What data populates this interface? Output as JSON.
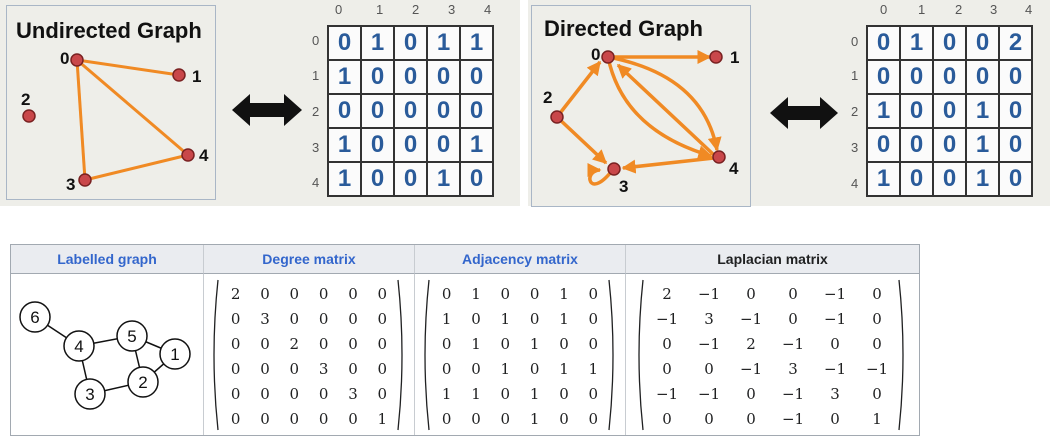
{
  "undirected": {
    "title": "Undirected Graph",
    "nodes": [
      "0",
      "1",
      "2",
      "3",
      "4"
    ],
    "col_headers": [
      "0",
      "1",
      "2",
      "3",
      "4"
    ],
    "row_headers": [
      "0",
      "1",
      "2",
      "3",
      "4"
    ],
    "matrix": [
      [
        "0",
        "1",
        "0",
        "1",
        "1"
      ],
      [
        "1",
        "0",
        "0",
        "0",
        "0"
      ],
      [
        "0",
        "0",
        "0",
        "0",
        "0"
      ],
      [
        "1",
        "0",
        "0",
        "0",
        "1"
      ],
      [
        "1",
        "0",
        "0",
        "1",
        "0"
      ]
    ]
  },
  "directed": {
    "title": "Directed Graph",
    "nodes": [
      "0",
      "1",
      "2",
      "3",
      "4"
    ],
    "col_headers": [
      "0",
      "1",
      "2",
      "3",
      "4"
    ],
    "row_headers": [
      "0",
      "1",
      "2",
      "3",
      "4"
    ],
    "matrix": [
      [
        "0",
        "1",
        "0",
        "0",
        "2"
      ],
      [
        "0",
        "0",
        "0",
        "0",
        "0"
      ],
      [
        "1",
        "0",
        "0",
        "1",
        "0"
      ],
      [
        "0",
        "0",
        "0",
        "1",
        "0"
      ],
      [
        "1",
        "0",
        "0",
        "1",
        "0"
      ]
    ]
  },
  "table": {
    "headers": [
      "Labelled graph",
      "Degree matrix",
      "Adjacency matrix",
      "Laplacian matrix"
    ],
    "graph_nodes": [
      "6",
      "4",
      "5",
      "1",
      "3",
      "2"
    ],
    "degree": [
      [
        "2",
        "0",
        "0",
        "0",
        "0",
        "0"
      ],
      [
        "0",
        "3",
        "0",
        "0",
        "0",
        "0"
      ],
      [
        "0",
        "0",
        "2",
        "0",
        "0",
        "0"
      ],
      [
        "0",
        "0",
        "0",
        "3",
        "0",
        "0"
      ],
      [
        "0",
        "0",
        "0",
        "0",
        "3",
        "0"
      ],
      [
        "0",
        "0",
        "0",
        "0",
        "0",
        "1"
      ]
    ],
    "adjacency": [
      [
        "0",
        "1",
        "0",
        "0",
        "1",
        "0"
      ],
      [
        "1",
        "0",
        "1",
        "0",
        "1",
        "0"
      ],
      [
        "0",
        "1",
        "0",
        "1",
        "0",
        "0"
      ],
      [
        "0",
        "0",
        "1",
        "0",
        "1",
        "1"
      ],
      [
        "1",
        "1",
        "0",
        "1",
        "0",
        "0"
      ],
      [
        "0",
        "0",
        "0",
        "1",
        "0",
        "0"
      ]
    ],
    "laplacian": [
      [
        "2",
        "−1",
        "0",
        "0",
        "−1",
        "0"
      ],
      [
        "−1",
        "3",
        "−1",
        "0",
        "−1",
        "0"
      ],
      [
        "0",
        "−1",
        "2",
        "−1",
        "0",
        "0"
      ],
      [
        "0",
        "0",
        "−1",
        "3",
        "−1",
        "−1"
      ],
      [
        "−1",
        "−1",
        "0",
        "−1",
        "3",
        "0"
      ],
      [
        "0",
        "0",
        "0",
        "−1",
        "0",
        "1"
      ]
    ]
  },
  "colors": {
    "edge": "#f08a24",
    "node_fill": "#c9474a",
    "node_stroke": "#7a2222",
    "matrix_text": "#2a5b9a",
    "wiki_link": "#3366cc"
  }
}
